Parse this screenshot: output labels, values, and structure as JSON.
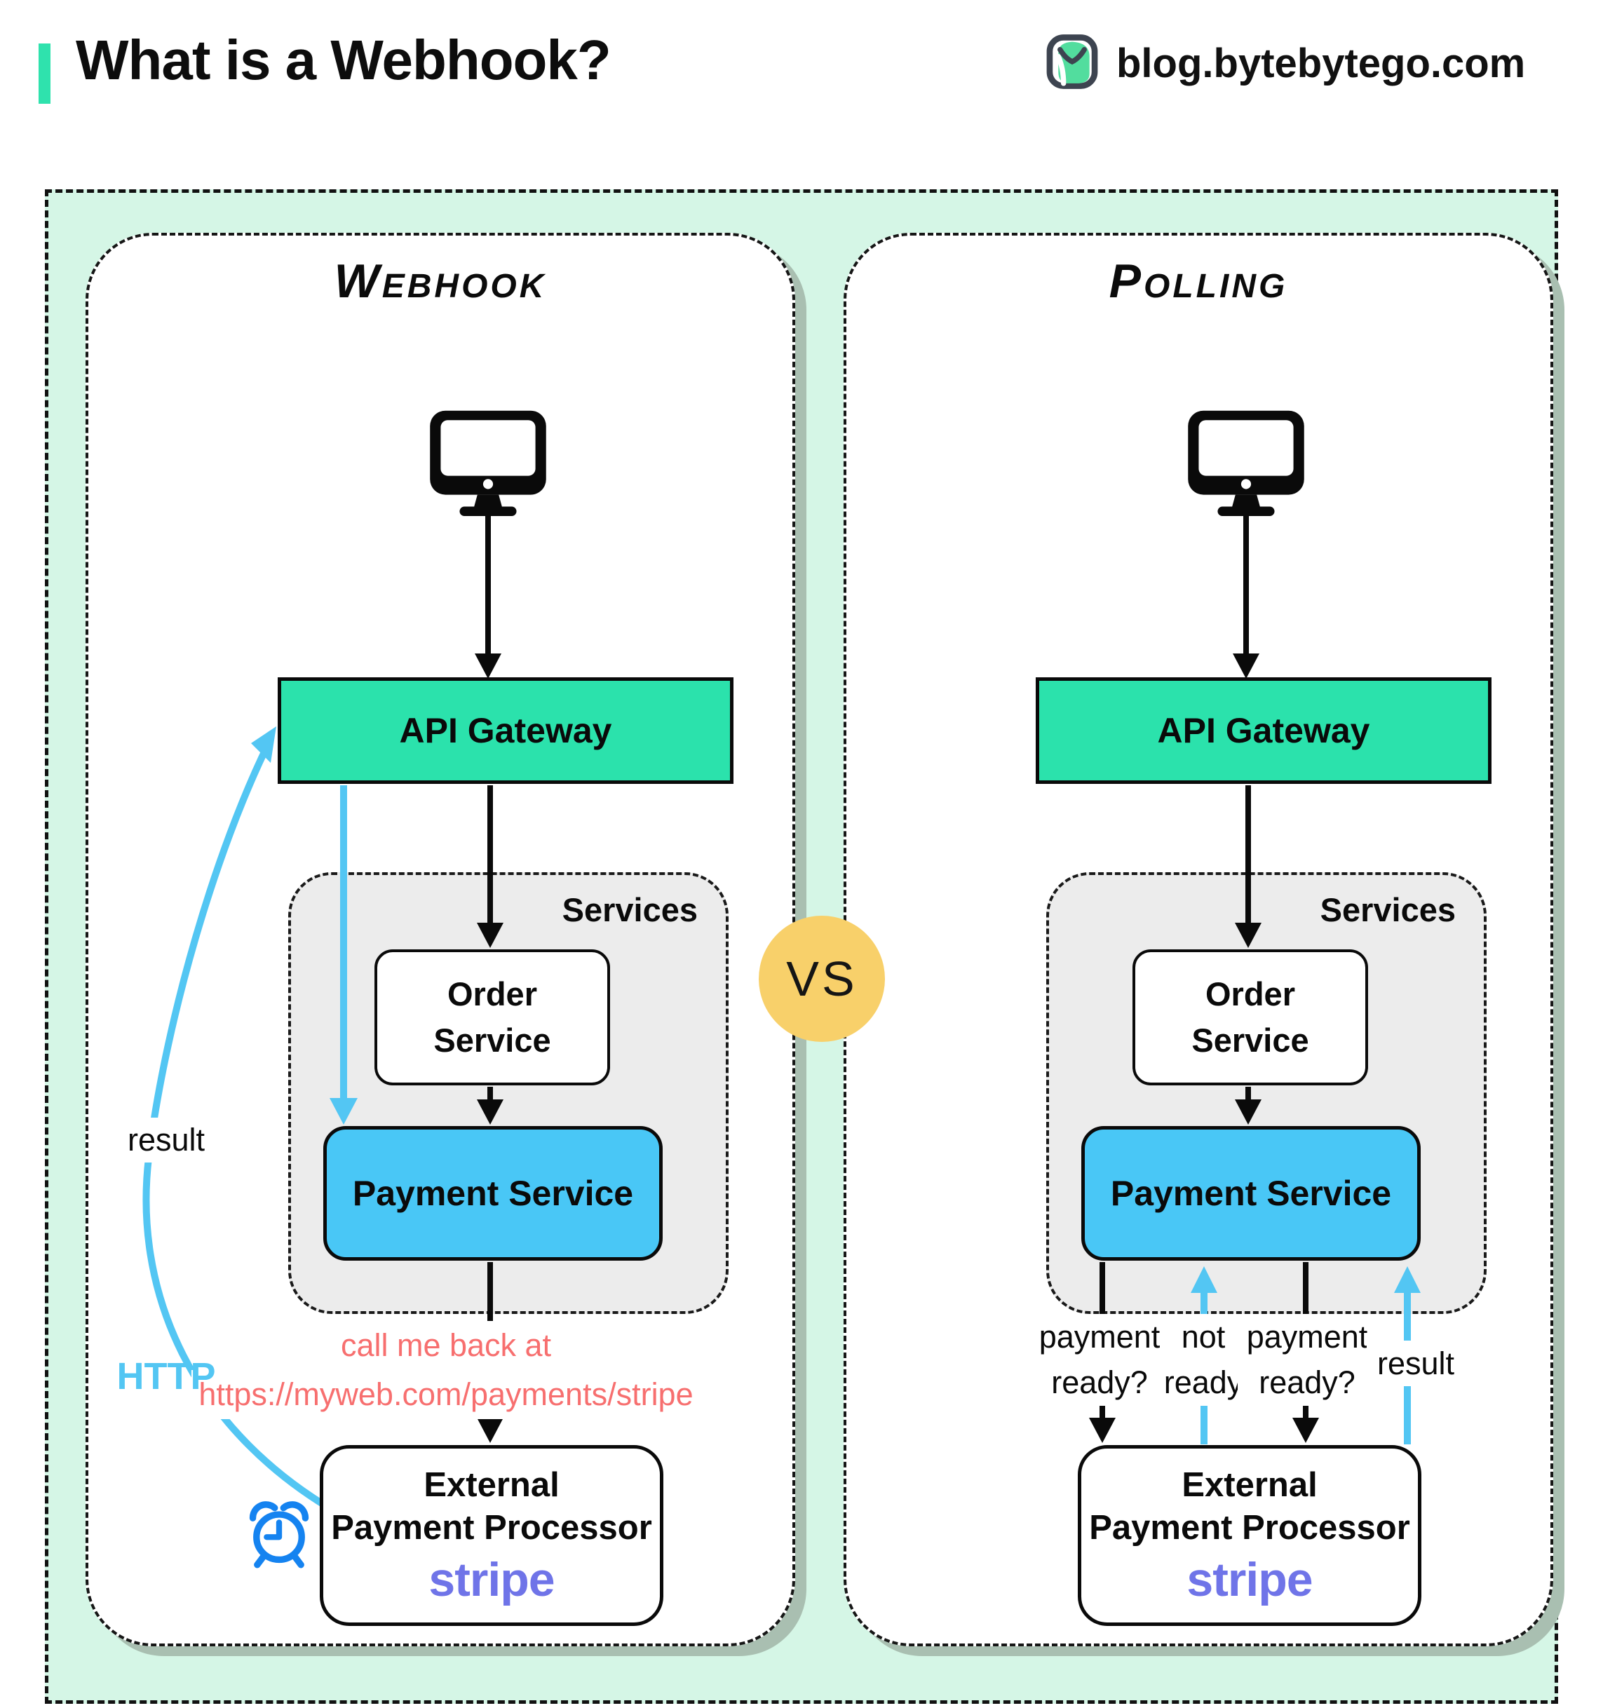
{
  "header": {
    "title": "What is a Webhook?",
    "site": "blog.bytebytego.com"
  },
  "vs_badge": {
    "label": "VS"
  },
  "panels": {
    "webhook": {
      "title": "Webhook",
      "api_gateway": "API Gateway",
      "services_group": "Services",
      "order_service": "Order Service",
      "payment_service": "Payment Service",
      "callback_note": [
        "call me back at",
        "https://myweb.com/payments/stripe"
      ],
      "external_processor": [
        "External",
        "Payment Processor"
      ],
      "external_brand": "stripe",
      "result_label": "result",
      "http_label": "HTTP"
    },
    "polling": {
      "title": "Polling",
      "api_gateway": "API Gateway",
      "services_group": "Services",
      "order_service": "Order Service",
      "payment_service": "Payment Service",
      "arrow_labels": [
        "payment ready?",
        "not ready",
        "payment ready?",
        "result"
      ],
      "external_processor": [
        "External",
        "Payment Processor"
      ],
      "external_brand": "stripe"
    }
  },
  "colors": {
    "accent_teal": "#2fe2ad",
    "api_gateway_fill": "#2be2ac",
    "payment_service_fill": "#49c7f6",
    "mint_background": "#d5f6e6",
    "services_fill": "#ececec",
    "vs_yellow": "#f8d06a",
    "callback_red": "#f76f6f",
    "arrow_blue": "#53c6f3",
    "clock_blue": "#1583f0",
    "stripe_purple": "#6f74e8"
  }
}
